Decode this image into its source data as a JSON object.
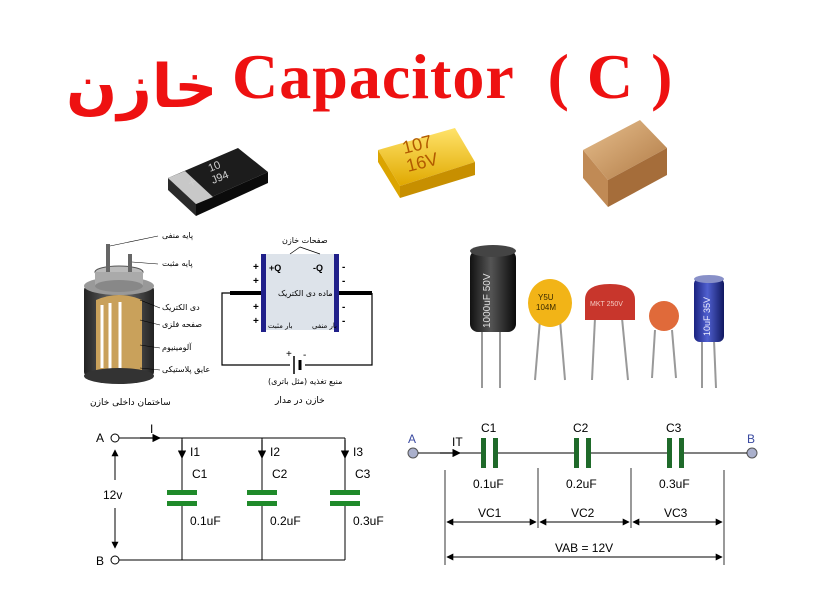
{
  "title": {
    "persian": "خازن",
    "english": "Capacitor  ( C )"
  },
  "components": {
    "smd_black_marking": [
      "10",
      "J94"
    ],
    "tantalum_marking": [
      "107",
      "16V"
    ],
    "electrolytic_marking": "1000uF 50V",
    "ceramic_yellow_marking": [
      "Y5U",
      "104M"
    ],
    "film_marking": "MKT 250V",
    "small_electrolytic_marking": "10uF 35V"
  },
  "internal_structure": {
    "labels": [
      "پایه منفی",
      "پایه مثبت",
      "دی الکتریک",
      "صفحه فلزی",
      "آلومینیوم",
      "عایق پلاستیکی"
    ],
    "caption": "ساختمان داخلی خازن"
  },
  "capacitor_circuit": {
    "top_label": "صفحات خازن",
    "plus_q": "+Q",
    "minus_q": "-Q",
    "dielectric": "ماده دی الکتریک",
    "positive_charge": "بار مثبت",
    "negative_charge": "بار منفی",
    "source_label": "منبع تغذیه (مثل باتری)",
    "caption": "خازن در مدار"
  },
  "parallel_circuit": {
    "node_a": "A",
    "node_b": "B",
    "current": "I",
    "voltage": "12v",
    "branches": [
      {
        "current": "I1",
        "name": "C1",
        "value": "0.1uF"
      },
      {
        "current": "I2",
        "name": "C2",
        "value": "0.2uF"
      },
      {
        "current": "I3",
        "name": "C3",
        "value": "0.3uF"
      }
    ]
  },
  "series_circuit": {
    "node_a": "A",
    "node_b": "B",
    "current": "IT",
    "caps": [
      {
        "name": "C1",
        "value": "0.1uF",
        "voltage": "VC1"
      },
      {
        "name": "C2",
        "value": "0.2uF",
        "voltage": "VC2"
      },
      {
        "name": "C3",
        "value": "0.3uF",
        "voltage": "VC3"
      }
    ],
    "total": "VAB = 12V"
  }
}
